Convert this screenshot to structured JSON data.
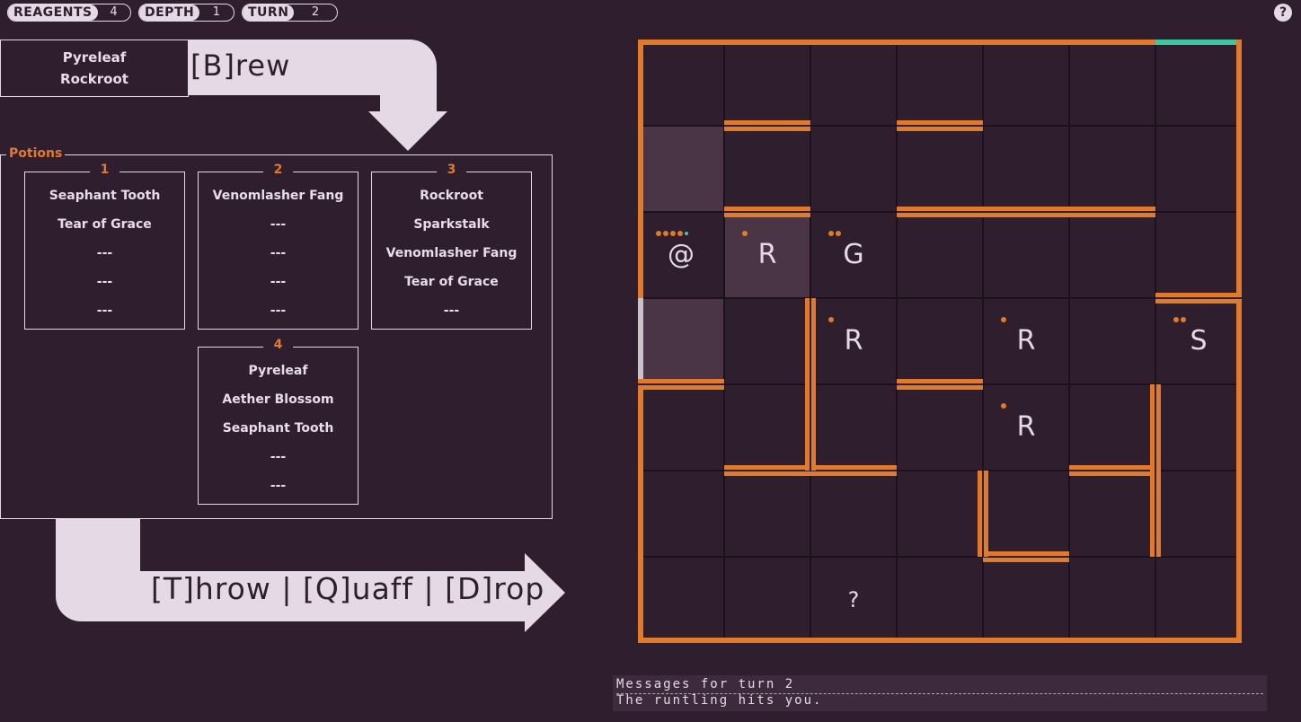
{
  "stats": [
    {
      "label": "REAGENTS",
      "value": "4"
    },
    {
      "label": "DEPTH",
      "value": "1"
    },
    {
      "label": "TURN",
      "value": "2"
    }
  ],
  "help_label": "?",
  "brew": {
    "ingredients": [
      "Pyreleaf",
      "Rockroot"
    ],
    "action_label": "[B]rew"
  },
  "potions": {
    "title": "Potions",
    "slots": [
      {
        "number": "1",
        "items": [
          "Seaphant Tooth",
          "Tear of Grace",
          "---",
          "---",
          "---"
        ]
      },
      {
        "number": "2",
        "items": [
          "Venomlasher Fang",
          "---",
          "---",
          "---",
          "---"
        ]
      },
      {
        "number": "3",
        "items": [
          "Rockroot",
          "Sparkstalk",
          "Venomlasher Fang",
          "Tear of Grace",
          "---"
        ]
      },
      {
        "number": "4",
        "items": [
          "Pyreleaf",
          "Aether Blossom",
          "Seaphant Tooth",
          "---",
          "---"
        ]
      }
    ]
  },
  "potion_actions": "[T]hrow | [Q]uaff | [D]rop",
  "map": {
    "glyphs": {
      "player": "@",
      "runtling": "R",
      "g_monster": "G",
      "s_monster": "S",
      "unknown": "?"
    }
  },
  "messages": {
    "header": "Messages for turn 2",
    "lines": [
      "The runtling hits you."
    ]
  },
  "colors": {
    "background": "#2f1f2e",
    "wall": "#e07a2c",
    "text": "#e5d9e5",
    "exit": "#3fc8a0"
  }
}
